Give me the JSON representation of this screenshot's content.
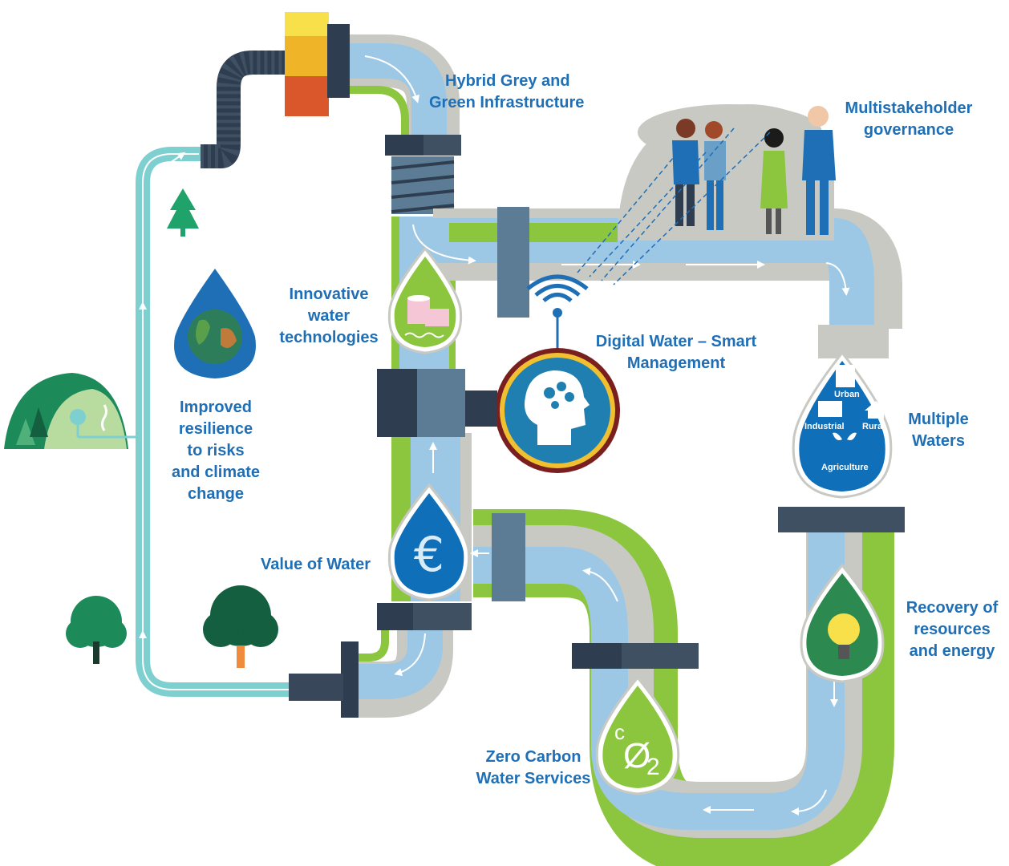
{
  "labels": {
    "hybrid_line1": "Hybrid Grey and",
    "hybrid_line2": "Green Infrastructure",
    "multistakeholder_line1": "Multistakeholder",
    "multistakeholder_line2": "governance",
    "innovative_line1": "Innovative",
    "innovative_line2": "water",
    "innovative_line3": "technologies",
    "digital_line1": "Digital Water – Smart",
    "digital_line2": "Management",
    "resilience_line1": "Improved",
    "resilience_line2": "resilience",
    "resilience_line3": "to risks",
    "resilience_line4": "and climate",
    "resilience_line5": "change",
    "multiple_line1": "Multiple",
    "multiple_line2": "Waters",
    "value": "Value of Water",
    "recovery_line1": "Recovery of",
    "recovery_line2": "resources",
    "recovery_line3": "and energy",
    "zero_line1": "Zero Carbon",
    "zero_line2": "Water Services"
  },
  "multiple_waters_drop": {
    "urban": "Urban",
    "industrial": "Industrial",
    "rural": "Rural",
    "agriculture": "Agriculture"
  },
  "co2_drop": {
    "c": "c",
    "o": "Ø",
    "two": "2"
  },
  "colors": {
    "water_blue": "#9cc8e6",
    "pipe_green": "#8cc63f",
    "pipe_grey": "#c8c9c3",
    "dark_connector": "#2e3d4f",
    "slate_connector": "#5c7c95",
    "accent_blue": "#1f6fb6",
    "drop_blue": "#0f6fb8",
    "teal_pipe": "#7ecfd0",
    "tree_green": "#1d8a5a",
    "tree_dark": "#135f3f"
  }
}
